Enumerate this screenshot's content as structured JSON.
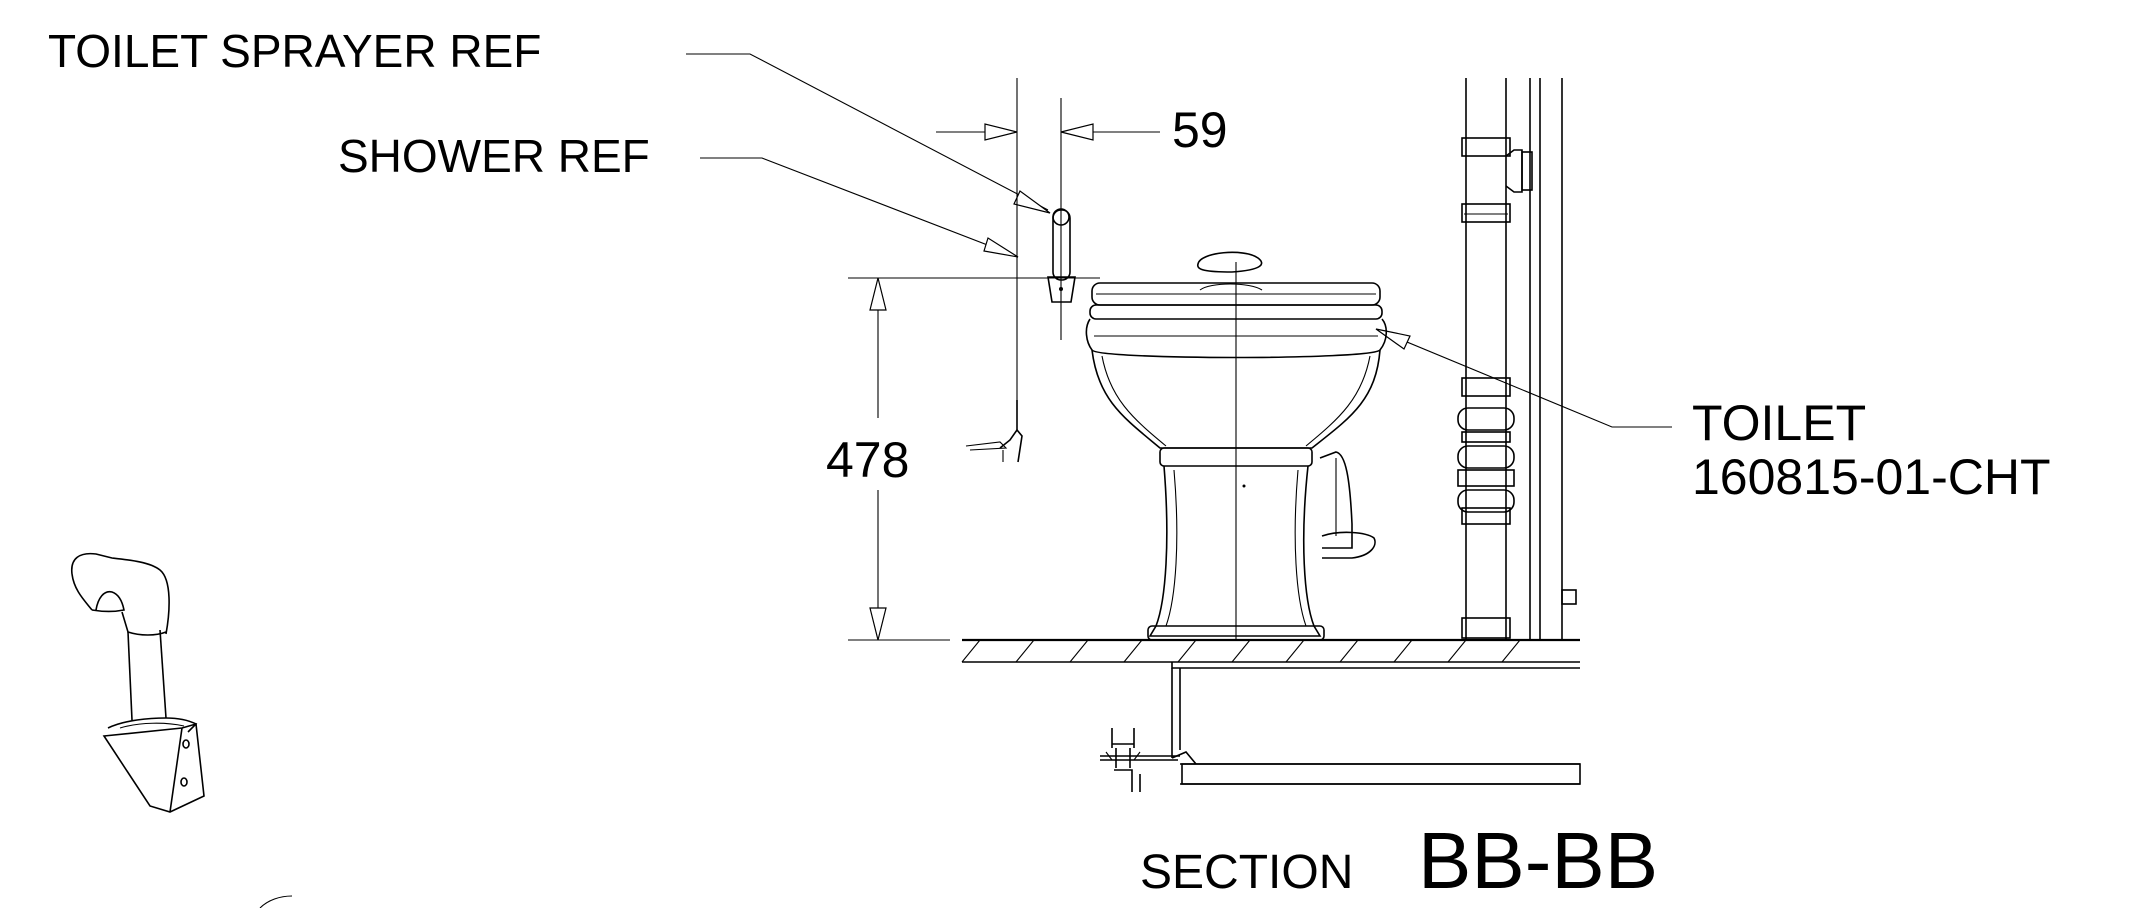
{
  "labels": {
    "toilet_sprayer_ref": "TOILET SPRAYER REF",
    "shower_ref": "SHOWER REF",
    "dim_59": "59",
    "dim_478": "478",
    "toilet_line1": "TOILET",
    "toilet_line2": "160815-01-CHT",
    "section_small": "SECTION",
    "section_big": "BB-BB"
  },
  "colors": {
    "ink": "#000000",
    "paper": "#ffffff"
  }
}
